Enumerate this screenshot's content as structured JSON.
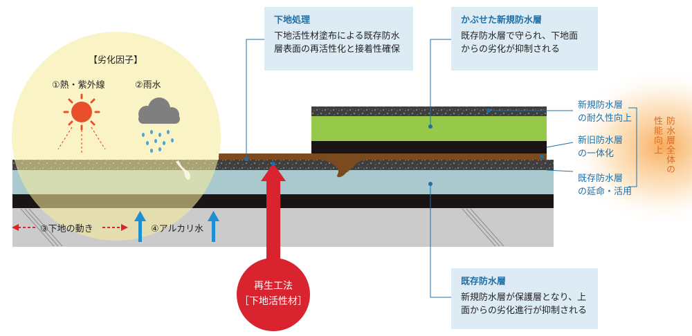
{
  "factors": {
    "title": "【劣化因子】",
    "heat": "①熱・紫外線",
    "rain": "②雨水",
    "movement": "③下地の動き",
    "alkali": "④アルカリ水"
  },
  "boxes": {
    "primer": {
      "title": "下地処理",
      "body": "下地活性材塗布による既存防水\n層表面の再活性化と接着性確保"
    },
    "new_layer": {
      "title": "かぶせた新規防水層",
      "body": "既存防水層で守られ、下地面\nからの劣化が抑制される"
    },
    "existing_layer": {
      "title": "既存防水層",
      "body": "新規防水層が保護層となり、上\n面からの劣化進行が抑制される"
    }
  },
  "side": {
    "durability": "新規防水層\nの耐久性向上",
    "integration": "新旧防水層\nの一体化",
    "extension": "既存防水層\nの延命・活用"
  },
  "overall": {
    "col1": "防水層全体の",
    "col2": "性能向上"
  },
  "method": {
    "line1": "再生工法",
    "line2": "［下地活性材］"
  },
  "colors": {
    "accent_blue": "#1d6fa8",
    "accent_red": "#d9232f",
    "accent_orange": "#e06b1f",
    "callout_bg": "#dcebf4",
    "new_membrane": "#96c84a",
    "primer": "#7b4a1f"
  },
  "icons": [
    "sun-icon",
    "rain-cloud-icon",
    "up-arrow-icon",
    "double-arrow-icon"
  ]
}
